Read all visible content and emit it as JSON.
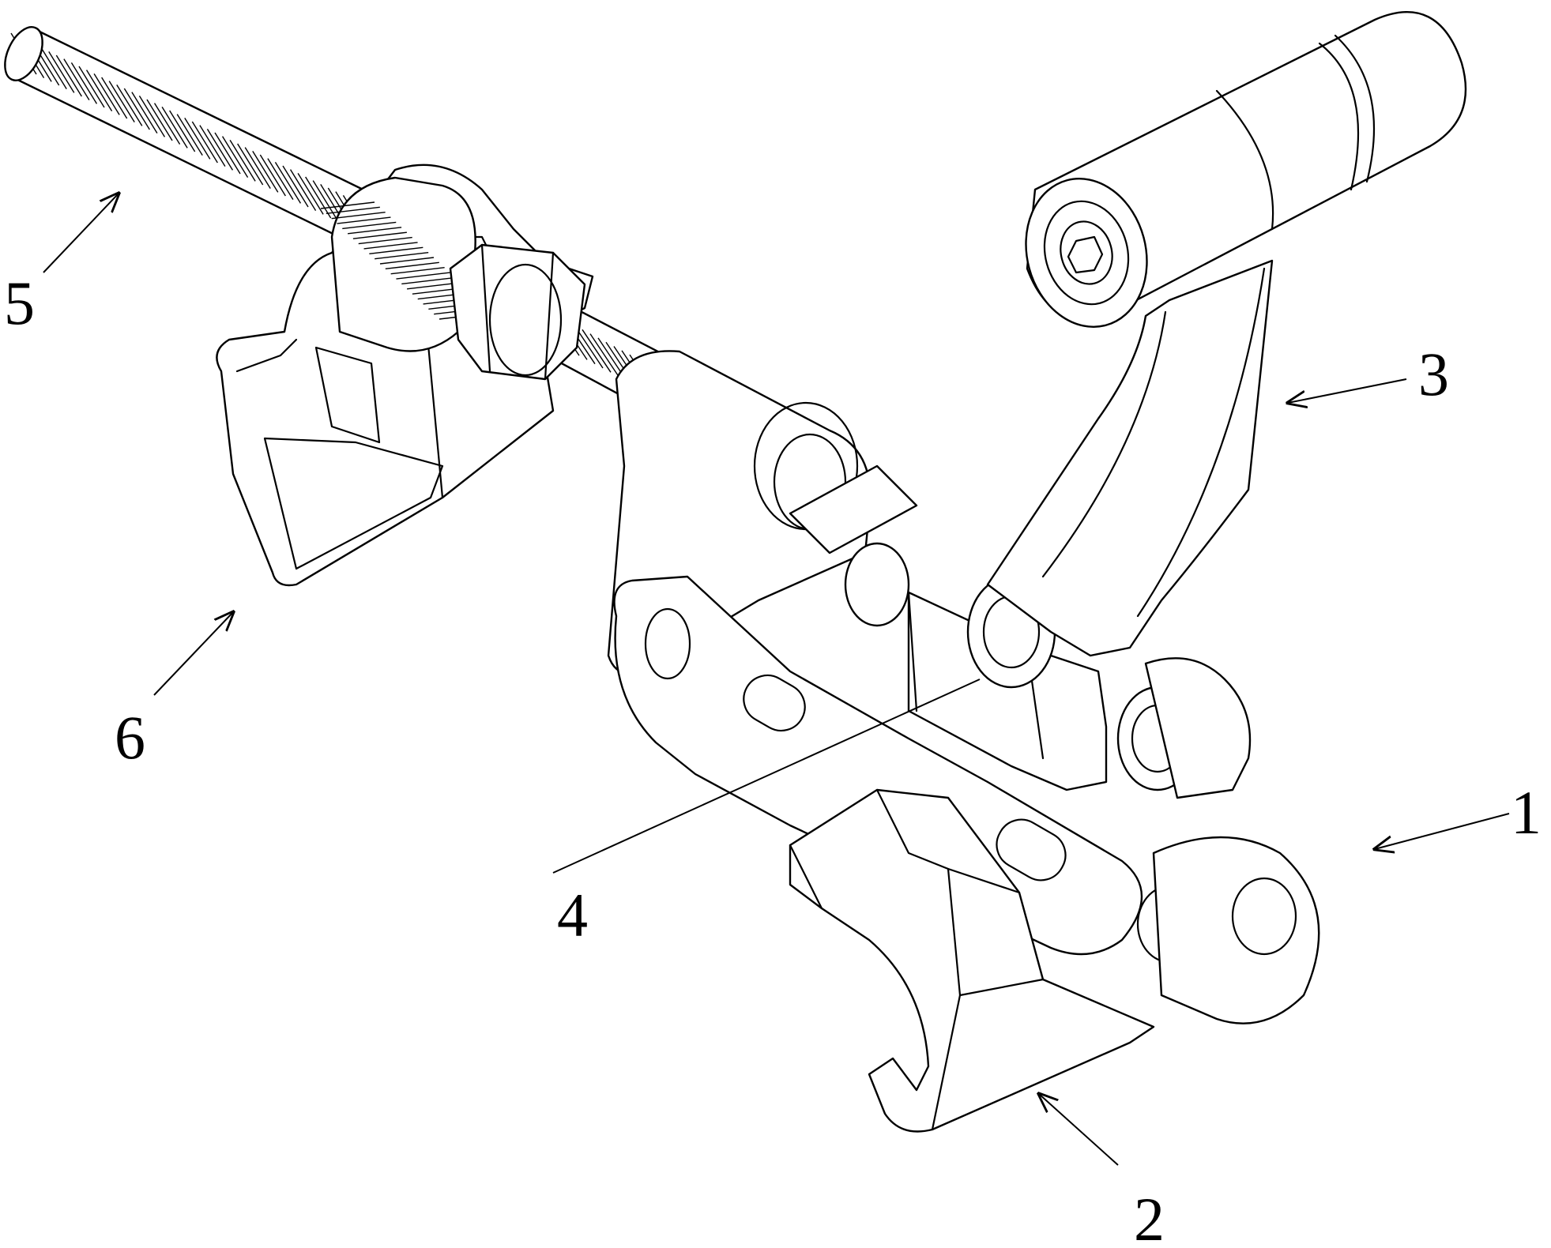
{
  "labels": {
    "one": "1",
    "two": "2",
    "three": "3",
    "four": "4",
    "five": "5",
    "six": "6"
  }
}
